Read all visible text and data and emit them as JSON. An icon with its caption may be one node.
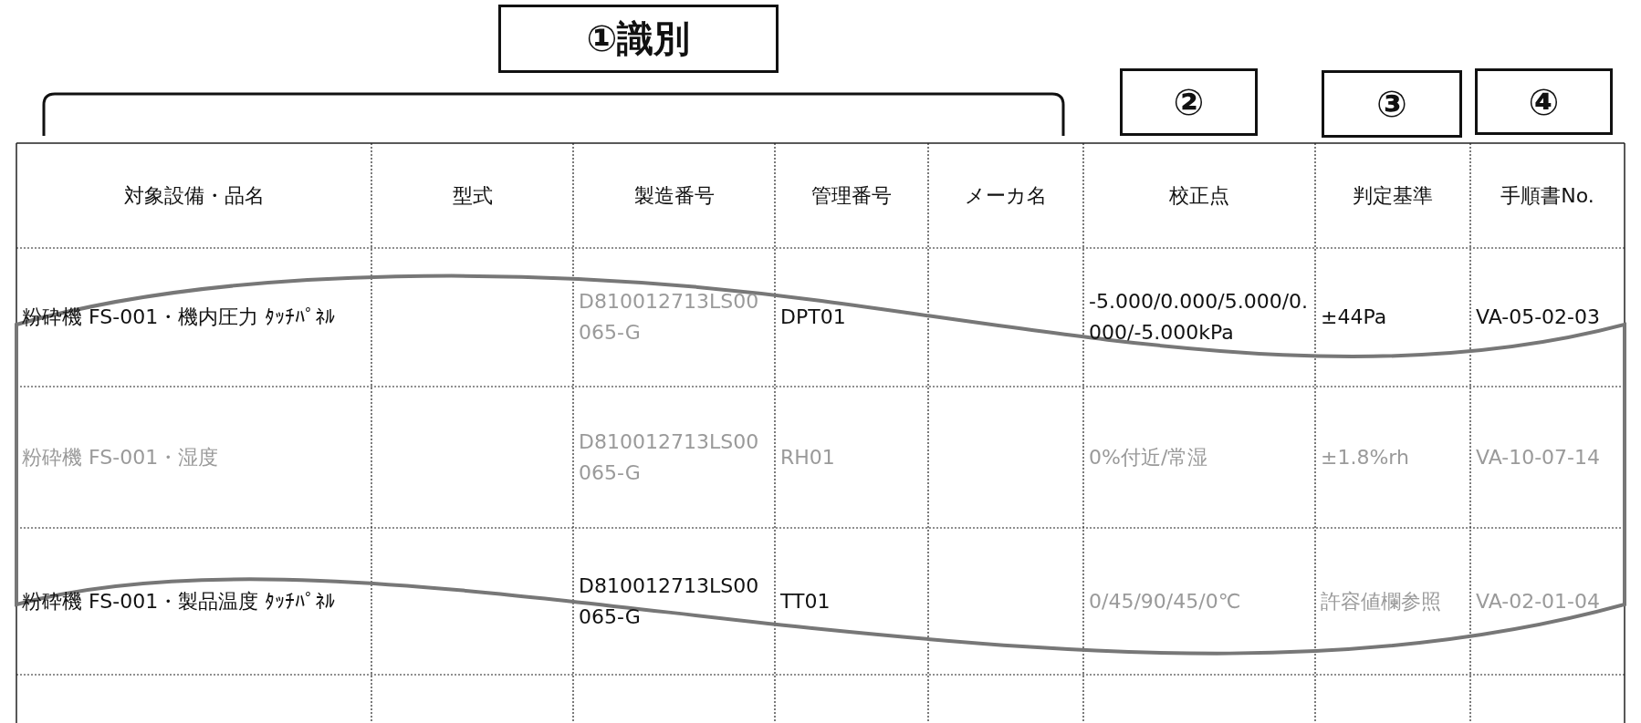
{
  "diagram": {
    "nodes": [
      {
        "text": [
          "①識別"
        ]
      },
      {
        "text": [
          "②"
        ]
      },
      {
        "text": [
          "③"
        ]
      },
      {
        "text": [
          "④"
        ]
      }
    ],
    "edges": [],
    "labels": [
      "対象設備・品名",
      "型式",
      "製造番号",
      "管理番号",
      "メーカ名",
      "校正点",
      "判定基準",
      "手順書No.",
      "粉砕機 FS-001・機内圧力 ﾀｯﾁﾊﾟﾈﾙ",
      "D810012713LS00065-G",
      "DPT01",
      "-5.000/0.000/5.000/0.000/-5.000kPa",
      "±44Pa",
      "VA-05-02-03",
      "粉砕機 FS-001・湿度",
      "D810012713LS00065-G",
      "RH01",
      "0%付近/常湿",
      "±1.8%rh",
      "VA-10-07-14",
      "粉砕機 FS-001・製品温度 ﾀｯﾁﾊﾟﾈﾙ",
      "D810012713LS00065-G",
      "TT01",
      "0/45/90/45/0℃",
      "許容値欄参照",
      "VA-02-01-04"
    ]
  }
}
